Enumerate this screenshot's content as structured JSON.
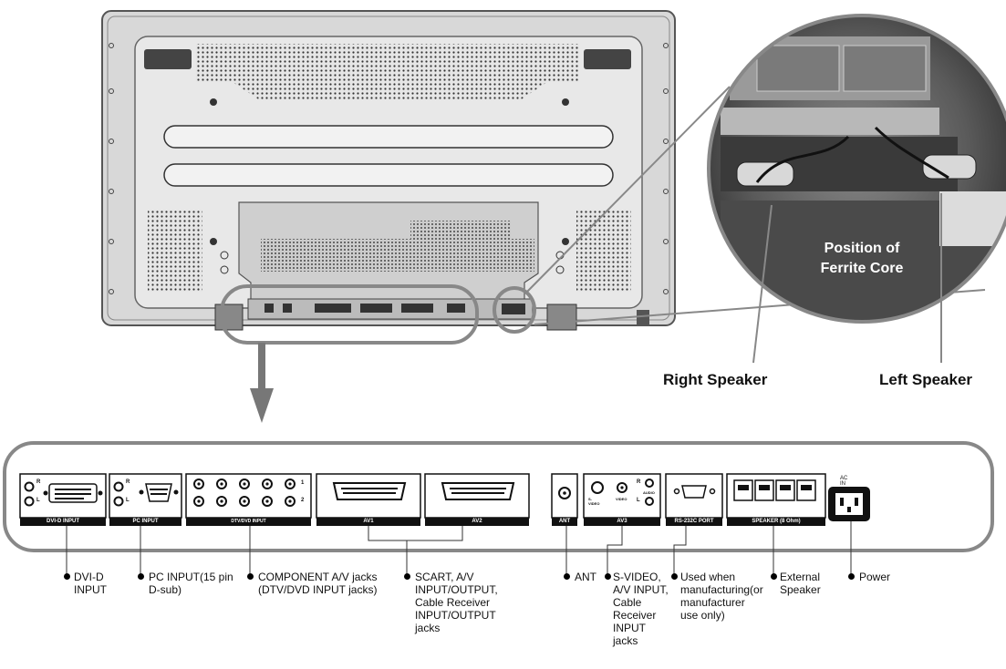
{
  "callouts": {
    "ferrite_line1": "Position of",
    "ferrite_line2": "Ferrite Core",
    "right_speaker": "Right Speaker",
    "left_speaker": "Left Speaker"
  },
  "panel": {
    "port_r": "R",
    "port_l": "L",
    "audio": "AUDIO",
    "dvi_tag": "DVI-D INPUT",
    "pc_tag": "PC INPUT",
    "comp_tag": "DTV/DVD INPUT",
    "comp_row1": "1",
    "comp_row2": "2",
    "av1_tag": "AV1",
    "av2_tag": "AV2",
    "ant_tag": "ANT",
    "svideo": "S-VIDEO",
    "video": "VIDEO",
    "av3_tag": "AV3",
    "rs232_tag": "RS-232C PORT",
    "speaker_tag": "SPEAKER (8 Ohm)",
    "acin": "AC IN"
  },
  "labels": {
    "dvi": [
      "DVI-D",
      "INPUT"
    ],
    "pc": [
      "PC INPUT(15 pin",
      "D-sub)"
    ],
    "component": [
      "COMPONENT A/V jacks",
      "(DTV/DVD INPUT jacks)"
    ],
    "scart": [
      "SCART, A/V",
      "INPUT/OUTPUT,",
      "Cable Receiver",
      "INPUT/OUTPUT",
      "jacks"
    ],
    "ant": [
      "ANT"
    ],
    "svideo": [
      "S-VIDEO,",
      "A/V INPUT,",
      "Cable",
      "Receiver",
      "INPUT",
      "jacks"
    ],
    "rs232": [
      "Used when",
      "manufacturing(or",
      "manufacturer",
      "use only)"
    ],
    "speaker": [
      "External",
      "Speaker"
    ],
    "power": [
      "Power"
    ]
  }
}
